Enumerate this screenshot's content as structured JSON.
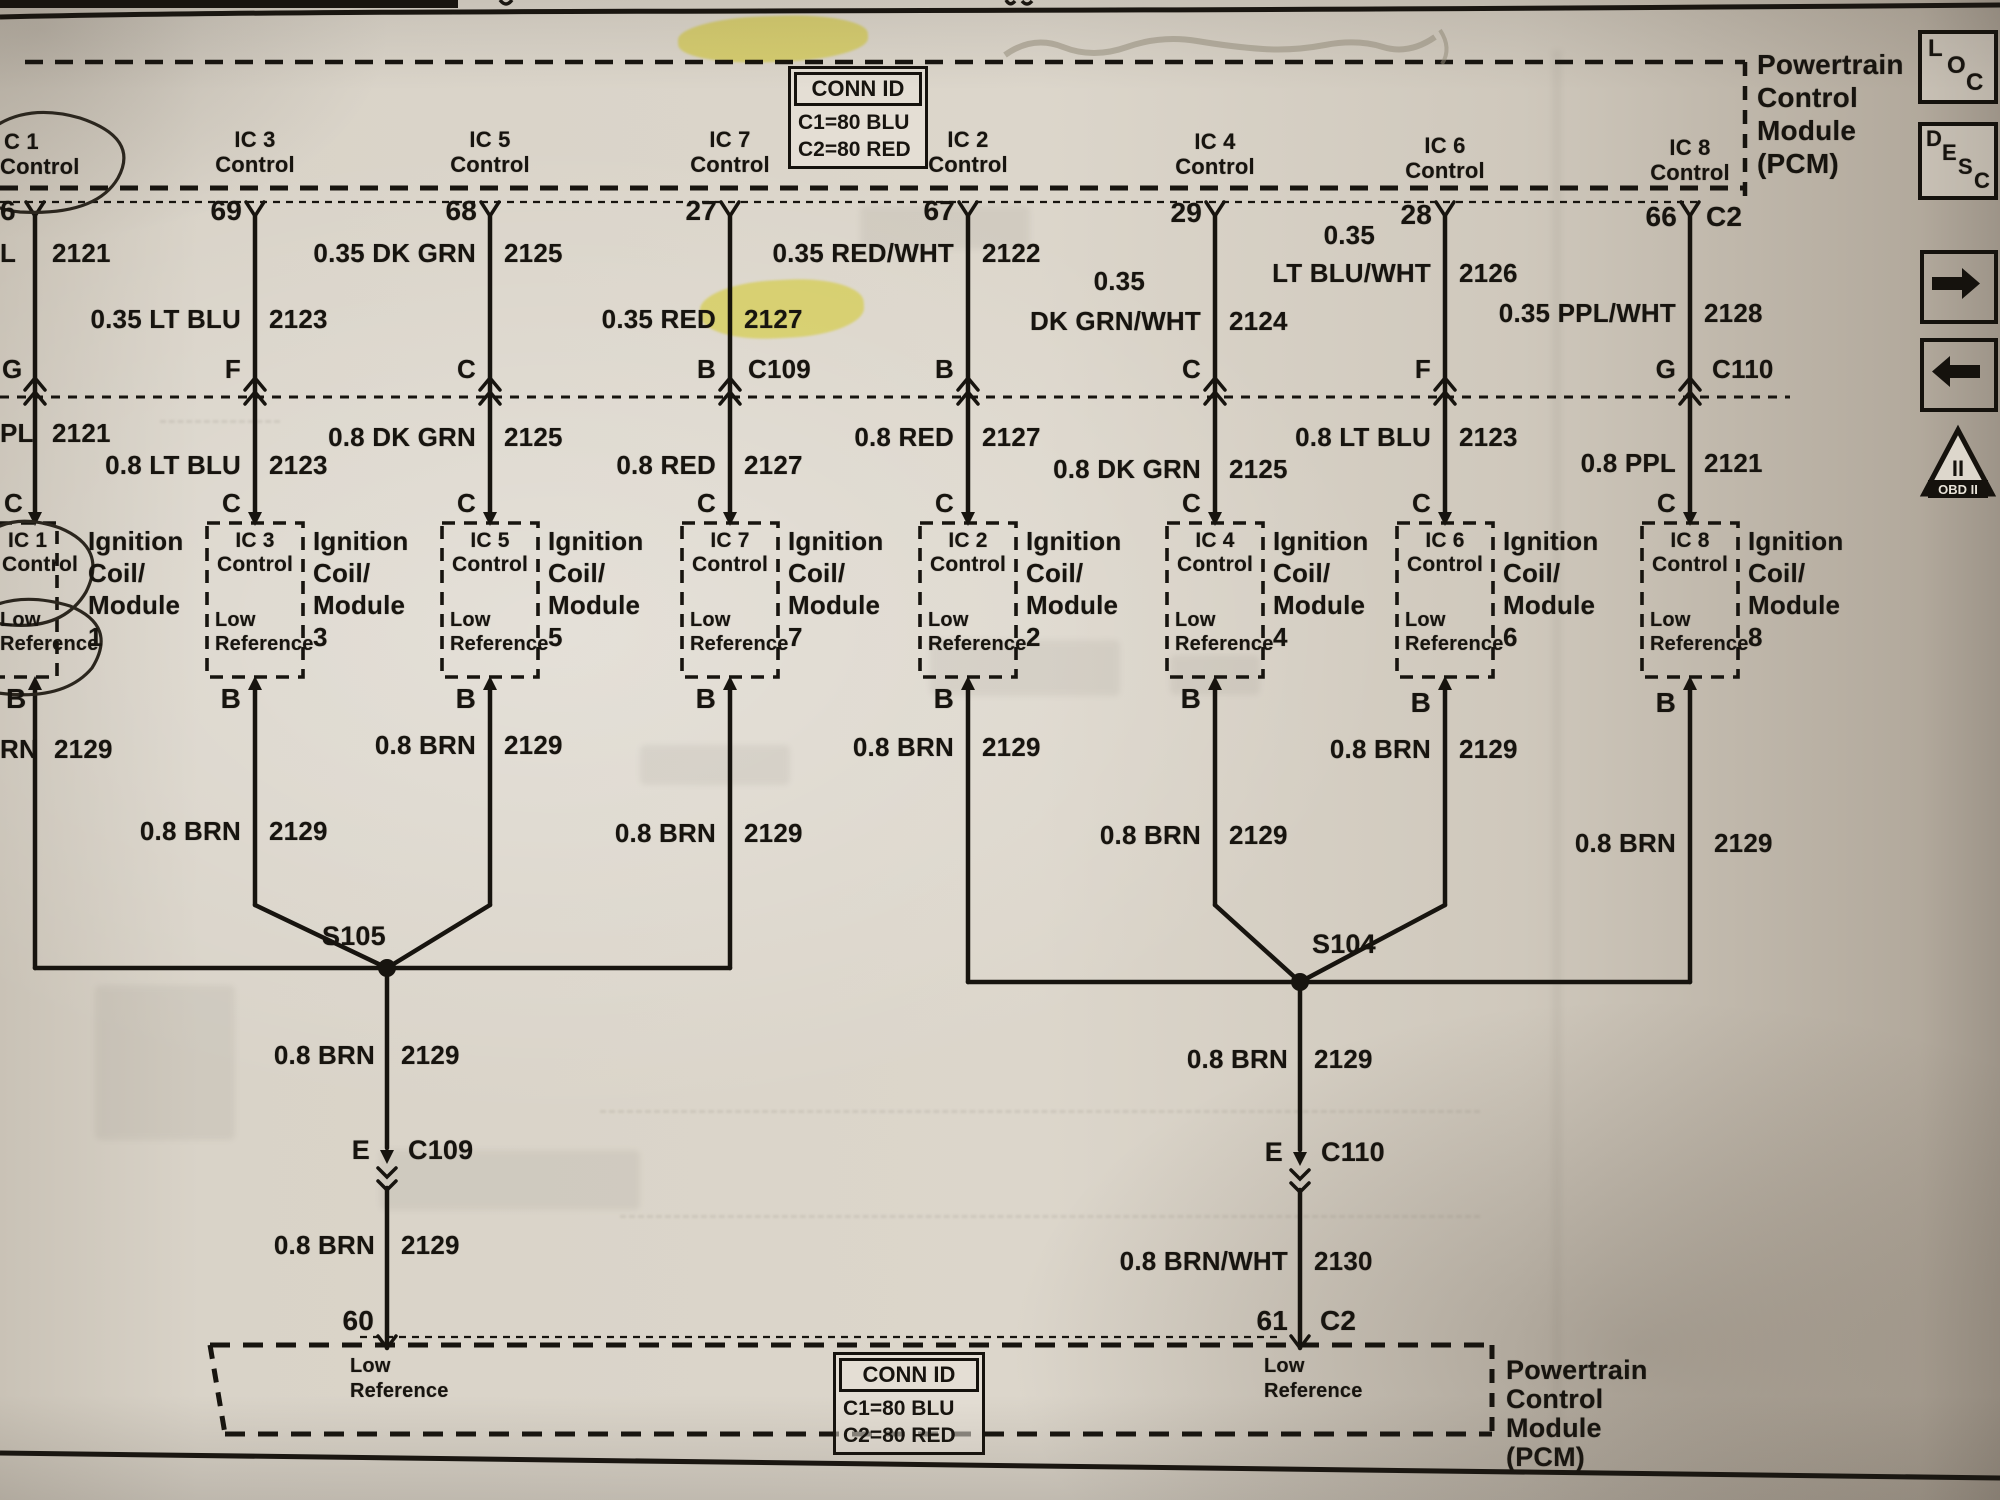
{
  "conn_id": {
    "title": "CONN ID",
    "c1": "C1=80 BLU",
    "c2": "C2=80 RED"
  },
  "pcm": {
    "l1": "Powertrain",
    "l2": "Control",
    "l3": "Module",
    "l4": "(PCM)"
  },
  "splices": {
    "s105": "S105",
    "s104": "S104"
  },
  "sidebar": {
    "loc": {
      "l": "L",
      "o": "O",
      "c": "C"
    },
    "desc": {
      "d": "D",
      "e": "E",
      "s": "S",
      "c": "C"
    },
    "obd": {
      "numerals": "II",
      "label": "OBD II"
    }
  },
  "columns": [
    {
      "id": "IC 1",
      "control_l1": "C 1",
      "control_l2": "Control",
      "pin": "6",
      "upper_color": "L",
      "upper_circuit": "2121",
      "conn_letter": "G",
      "lower_color": "PL",
      "lower_circuit": "2121",
      "box_letter": "C",
      "box_l1": "IC 1",
      "box_l2": "Control",
      "box_low": "Low",
      "box_ref": "Reference",
      "mod_l1": "Ignition",
      "mod_l2": "Coil/",
      "mod_l3": "Module",
      "mod_num": "1",
      "b": "B",
      "brn_color": "RN",
      "brn_circuit": "2129"
    },
    {
      "id": "IC 3",
      "control_l1": "IC 3",
      "control_l2": "Control",
      "pin": "69",
      "upper_color": "0.35 LT BLU",
      "upper_circuit": "2123",
      "conn_letter": "F",
      "lower_color": "0.8 LT BLU",
      "lower_circuit": "2123",
      "box_letter": "C",
      "box_l1": "IC 3",
      "box_l2": "Control",
      "box_low": "Low",
      "box_ref": "Reference",
      "mod_l1": "Ignition",
      "mod_l2": "Coil/",
      "mod_l3": "Module",
      "mod_num": "3",
      "b": "B",
      "brn_color": "0.8 BRN",
      "brn_circuit": "2129"
    },
    {
      "id": "IC 5",
      "control_l1": "IC 5",
      "control_l2": "Control",
      "pin": "68",
      "upper_color": "0.35 DK GRN",
      "upper_circuit": "2125",
      "conn_letter": "C",
      "lower_color": "0.8 DK GRN",
      "lower_circuit": "2125",
      "box_letter": "C",
      "box_l1": "IC 5",
      "box_l2": "Control",
      "box_low": "Low",
      "box_ref": "Reference",
      "mod_l1": "Ignition",
      "mod_l2": "Coil/",
      "mod_l3": "Module",
      "mod_num": "5",
      "b": "B",
      "brn_color": "0.8 BRN",
      "brn_circuit": "2129"
    },
    {
      "id": "IC 7",
      "control_l1": "IC 7",
      "control_l2": "Control",
      "pin": "27",
      "upper_color": "0.35 RED",
      "upper_circuit": "2127",
      "conn_letter": "B",
      "conn_name": "C109",
      "lower_color": "0.8 RED",
      "lower_circuit": "2127",
      "box_letter": "C",
      "box_l1": "IC 7",
      "box_l2": "Control",
      "box_low": "Low",
      "box_ref": "Reference",
      "mod_l1": "Ignition",
      "mod_l2": "Coil/",
      "mod_l3": "Module",
      "mod_num": "7",
      "b": "B",
      "brn_color": "0.8 BRN",
      "brn_circuit": "2129"
    },
    {
      "id": "IC 2",
      "control_l1": "IC 2",
      "control_l2": "Control",
      "pin": "67",
      "upper_color": "0.35 RED/WHT",
      "upper_circuit": "2122",
      "conn_letter": "B",
      "lower_color": "0.8 RED",
      "lower_circuit": "2127",
      "box_letter": "C",
      "box_l1": "IC 2",
      "box_l2": "Control",
      "box_low": "Low",
      "box_ref": "Reference",
      "mod_l1": "Ignition",
      "mod_l2": "Coil/",
      "mod_l3": "Module",
      "mod_num": "2",
      "b": "B",
      "brn_color": "0.8 BRN",
      "brn_circuit": "2129"
    },
    {
      "id": "IC 4",
      "control_l1": "IC 4",
      "control_l2": "Control",
      "pin": "29",
      "upper_pre": "0.35",
      "upper_color": "DK GRN/WHT",
      "upper_circuit": "2124",
      "conn_letter": "C",
      "lower_color": "0.8 DK GRN",
      "lower_circuit": "2125",
      "box_letter": "C",
      "box_l1": "IC 4",
      "box_l2": "Control",
      "box_low": "Low",
      "box_ref": "Reference",
      "mod_l1": "Ignition",
      "mod_l2": "Coil/",
      "mod_l3": "Module",
      "mod_num": "4",
      "b": "B",
      "brn_color": "0.8 BRN",
      "brn_circuit": "2129"
    },
    {
      "id": "IC 6",
      "control_l1": "IC 6",
      "control_l2": "Control",
      "pin": "28",
      "upper_pre": "0.35",
      "upper_color": "LT BLU/WHT",
      "upper_circuit": "2126",
      "conn_letter": "F",
      "lower_color": "0.8 LT BLU",
      "lower_circuit": "2123",
      "box_letter": "C",
      "box_l1": "IC 6",
      "box_l2": "Control",
      "box_low": "Low",
      "box_ref": "Reference",
      "mod_l1": "Ignition",
      "mod_l2": "Coil/",
      "mod_l3": "Module",
      "mod_num": "6",
      "b": "B",
      "brn_color": "0.8 BRN",
      "brn_circuit": "2129"
    },
    {
      "id": "IC 8",
      "control_l1": "IC 8",
      "control_l2": "Control",
      "pin": "66",
      "pin_conn": "C2",
      "upper_color": "0.35 PPL/WHT",
      "upper_circuit": "2128",
      "conn_letter": "G",
      "conn_name": "C110",
      "lower_color": "0.8 PPL",
      "lower_circuit": "2121",
      "box_letter": "C",
      "box_l1": "IC 8",
      "box_l2": "Control",
      "box_low": "Low",
      "box_ref": "Reference",
      "mod_l1": "Ignition",
      "mod_l2": "Coil/",
      "mod_l3": "Module",
      "mod_num": "8",
      "b": "B",
      "brn_color": "0.8 BRN",
      "brn_circuit": "2129"
    }
  ],
  "bottom": {
    "left": {
      "brn1_color": "0.8 BRN",
      "brn1_circuit": "2129",
      "conn_letter": "E",
      "conn_name": "C109",
      "brn2_color": "0.8 BRN",
      "brn2_circuit": "2129",
      "pin": "60",
      "low": "Low",
      "ref": "Reference"
    },
    "right": {
      "brn1_color": "0.8 BRN",
      "brn1_circuit": "2129",
      "conn_letter": "E",
      "conn_name": "C110",
      "brn2_color": "0.8 BRN/WHT",
      "brn2_circuit": "2130",
      "pin": "61",
      "pin_conn": "C2",
      "low": "Low",
      "ref": "Reference"
    }
  }
}
